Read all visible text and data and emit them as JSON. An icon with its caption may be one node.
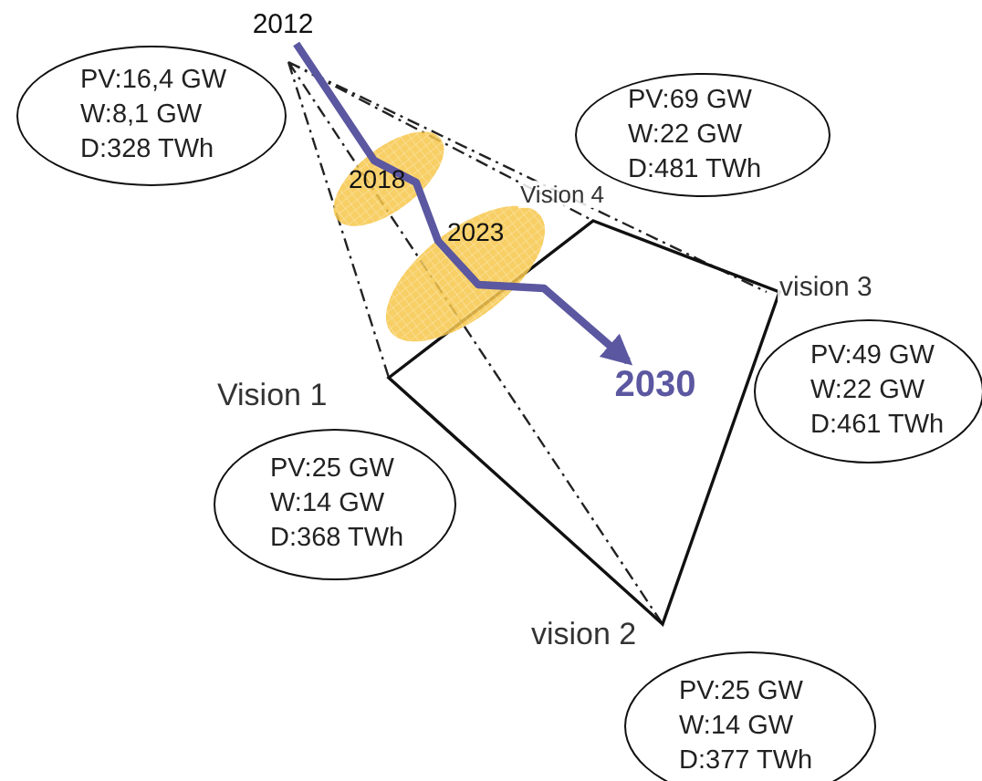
{
  "diagram": {
    "nodes": [
      {
        "text": [
          "2012"
        ]
      },
      {
        "text": [
          "PV:16,4 GW",
          "W:8,1 GW",
          "D:328 TWh"
        ]
      },
      {
        "text": [
          "PV:69 GW",
          "W:22 GW",
          "D:481 TWh"
        ]
      },
      {
        "text": [
          "2030"
        ]
      },
      {
        "text": [
          "PV:49 GW",
          "W:22 GW",
          "D:461 TWh"
        ]
      },
      {
        "text": [
          "PV:25 GW",
          "W:14 GW",
          "D:368 TWh"
        ]
      },
      {
        "text": [
          "PV:25 GW",
          "W:14 GW",
          "D:377 TWh"
        ]
      }
    ],
    "edges": [
      {
        "from": 0,
        "to": 3,
        "arrow": "to"
      }
    ],
    "labels": [
      "2018",
      "Vision 4",
      "2023",
      "vision 3",
      "Vision 1",
      "vision 2"
    ]
  }
}
